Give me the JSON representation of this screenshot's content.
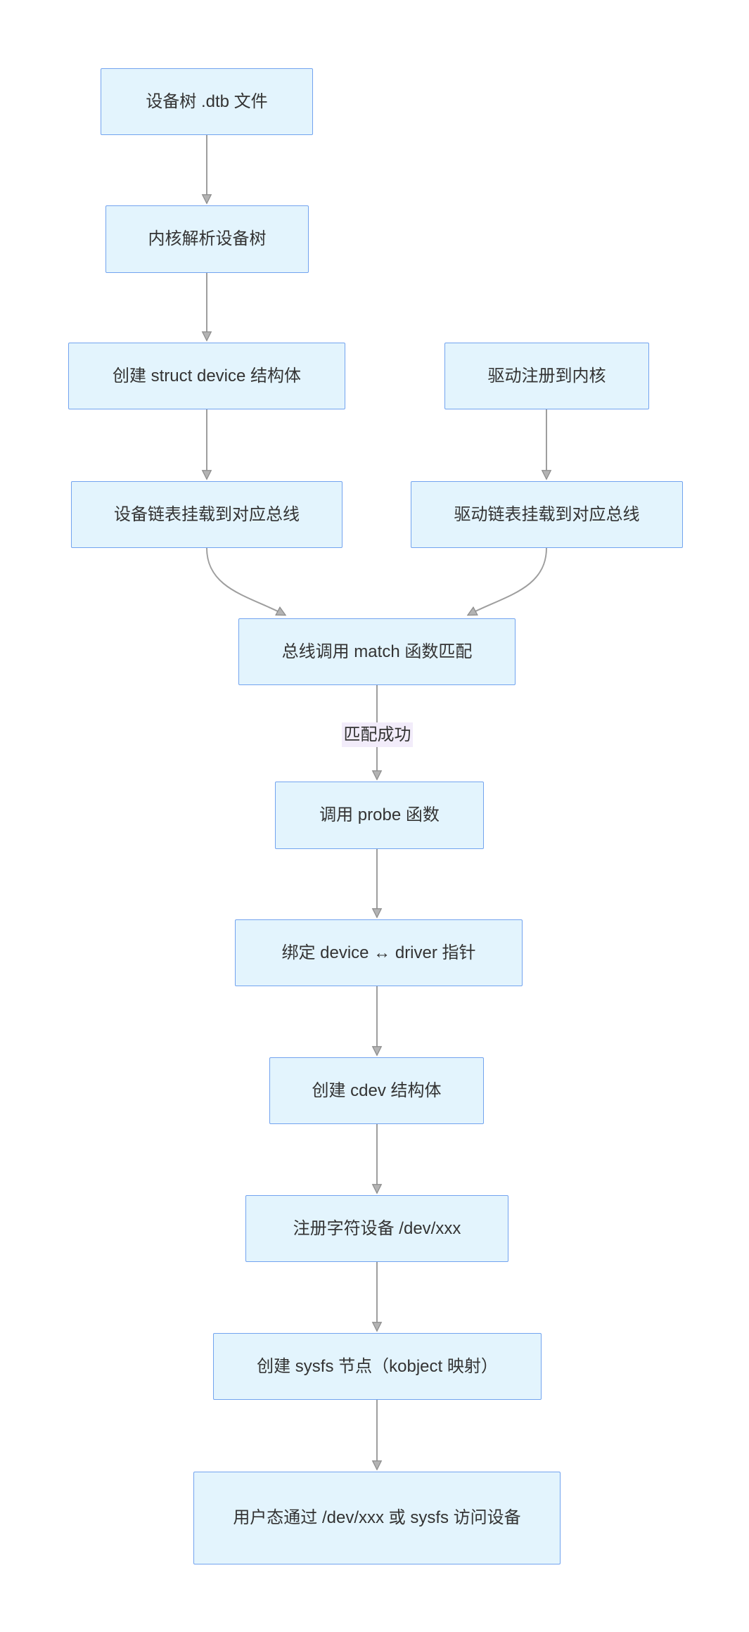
{
  "diagram": {
    "type": "flowchart",
    "direction": "top-down",
    "nodes": {
      "dtb_file": {
        "label": "设备树 .dtb 文件"
      },
      "kernel_parse": {
        "label": "内核解析设备树"
      },
      "create_struct_device": {
        "label": "创建 struct device 结构体"
      },
      "device_list_bus": {
        "label": "设备链表挂载到对应总线"
      },
      "driver_register": {
        "label": "驱动注册到内核"
      },
      "driver_list_bus": {
        "label": "驱动链表挂载到对应总线"
      },
      "bus_match": {
        "label": "总线调用 match 函数匹配"
      },
      "call_probe": {
        "label": "调用 probe 函数"
      },
      "bind_pointers": {
        "label": "绑定 device ↔ driver 指针"
      },
      "create_cdev": {
        "label": "创建 cdev 结构体"
      },
      "register_chrdev": {
        "label": "注册字符设备 /dev/xxx"
      },
      "create_sysfs": {
        "label": "创建 sysfs 节点（kobject 映射）"
      },
      "userspace_access": {
        "label": "用户态通过 /dev/xxx 或 sysfs 访问设备"
      }
    },
    "edges": [
      {
        "from": "dtb_file",
        "to": "kernel_parse",
        "label": ""
      },
      {
        "from": "kernel_parse",
        "to": "create_struct_device",
        "label": ""
      },
      {
        "from": "create_struct_device",
        "to": "device_list_bus",
        "label": ""
      },
      {
        "from": "driver_register",
        "to": "driver_list_bus",
        "label": ""
      },
      {
        "from": "device_list_bus",
        "to": "bus_match",
        "label": ""
      },
      {
        "from": "driver_list_bus",
        "to": "bus_match",
        "label": ""
      },
      {
        "from": "bus_match",
        "to": "call_probe",
        "label": "匹配成功"
      },
      {
        "from": "call_probe",
        "to": "bind_pointers",
        "label": ""
      },
      {
        "from": "bind_pointers",
        "to": "create_cdev",
        "label": ""
      },
      {
        "from": "create_cdev",
        "to": "register_chrdev",
        "label": ""
      },
      {
        "from": "register_chrdev",
        "to": "create_sysfs",
        "label": ""
      },
      {
        "from": "create_sysfs",
        "to": "userspace_access",
        "label": ""
      }
    ],
    "colors": {
      "node_fill": "#e3f4fd",
      "node_border": "#72a3ef",
      "edge_line": "#9e9e9e",
      "arrow_fill": "#b3b3b3",
      "arrow_stroke": "#8c8c8c",
      "edge_label_bg": "#f2ecfa",
      "text": "#333333",
      "background": "#ffffff"
    }
  }
}
